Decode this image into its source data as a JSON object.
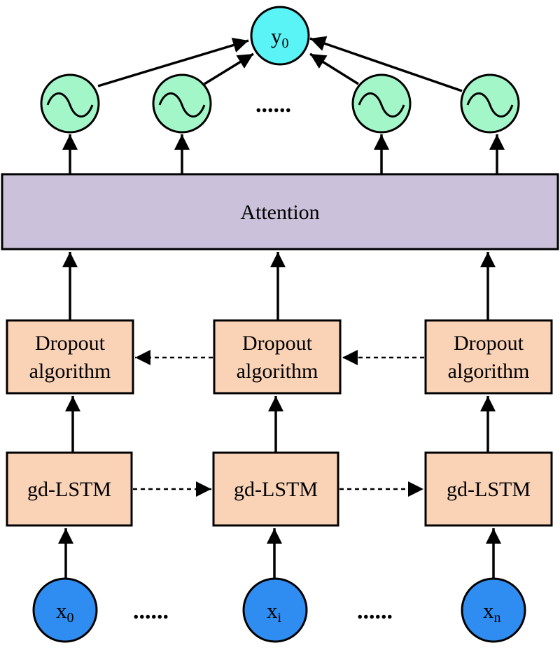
{
  "colors": {
    "attention_fill": "#cbc1da",
    "block_fill": "#fad3b7",
    "activation_fill": "#a3f6c8",
    "output_fill": "#5af3f6",
    "input_fill": "#2f8df2",
    "stroke": "#000000"
  },
  "output": {
    "base": "y",
    "sub": "0"
  },
  "activations": {
    "icon": "sine-wave-icon",
    "ellipsis": "......"
  },
  "attention": {
    "label": "Attention"
  },
  "dropout": {
    "line1": "Dropout",
    "line2": "algorithm"
  },
  "lstm": {
    "label": "gd-LSTM"
  },
  "inputs": [
    {
      "base": "x",
      "sub": "0"
    },
    {
      "base": "x",
      "sub": "i"
    },
    {
      "base": "x",
      "sub": "n"
    }
  ],
  "input_ellipsis": "......"
}
